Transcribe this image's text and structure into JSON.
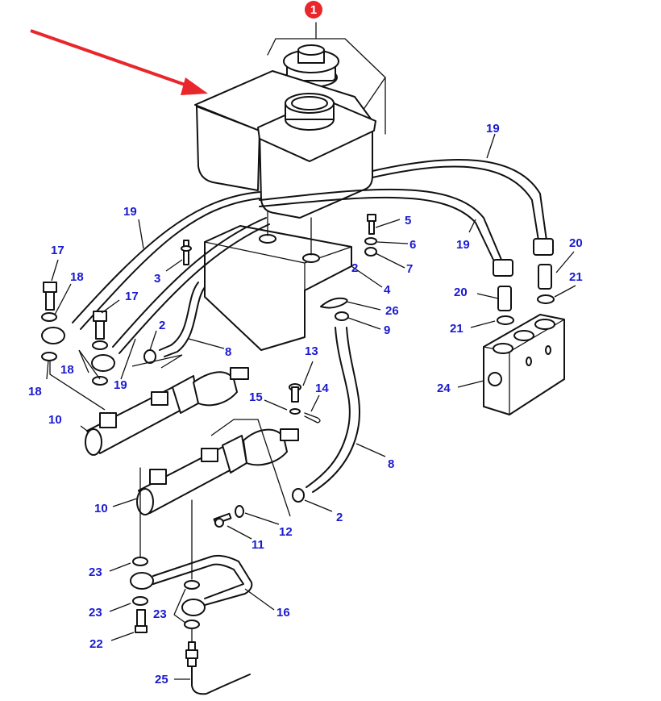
{
  "diagram": {
    "type": "exploded-parts-view",
    "subject": "Brake fluid reservoir and master cylinders",
    "colors": {
      "label": "#1a1ad0",
      "highlight_badge": "#e8262c",
      "pointer_arrow": "#e8262c",
      "line": "#111111"
    },
    "highlighted_part": "1",
    "labels": {
      "l1": "1",
      "l2a": "2",
      "l2b": "2",
      "l3": "3",
      "l4": "4",
      "l5": "5",
      "l6": "6",
      "l7": "7",
      "l8a": "8",
      "l8b": "8",
      "l9": "9",
      "l10a": "10",
      "l10b": "10",
      "l11": "11",
      "l12": "12",
      "l13": "13",
      "l14": "14",
      "l15": "15",
      "l16": "16",
      "l17a": "17",
      "l17b": "17",
      "l18a": "18",
      "l18b": "18",
      "l18c": "18",
      "l19a": "19",
      "l19b": "19",
      "l19c": "19",
      "l19d": "19",
      "l20a": "20",
      "l20b": "20",
      "l21a": "21",
      "l21b": "21",
      "l22": "22",
      "l23a": "23",
      "l23b": "23",
      "l23c": "23",
      "l24": "24",
      "l25": "25",
      "l26": "26"
    }
  }
}
